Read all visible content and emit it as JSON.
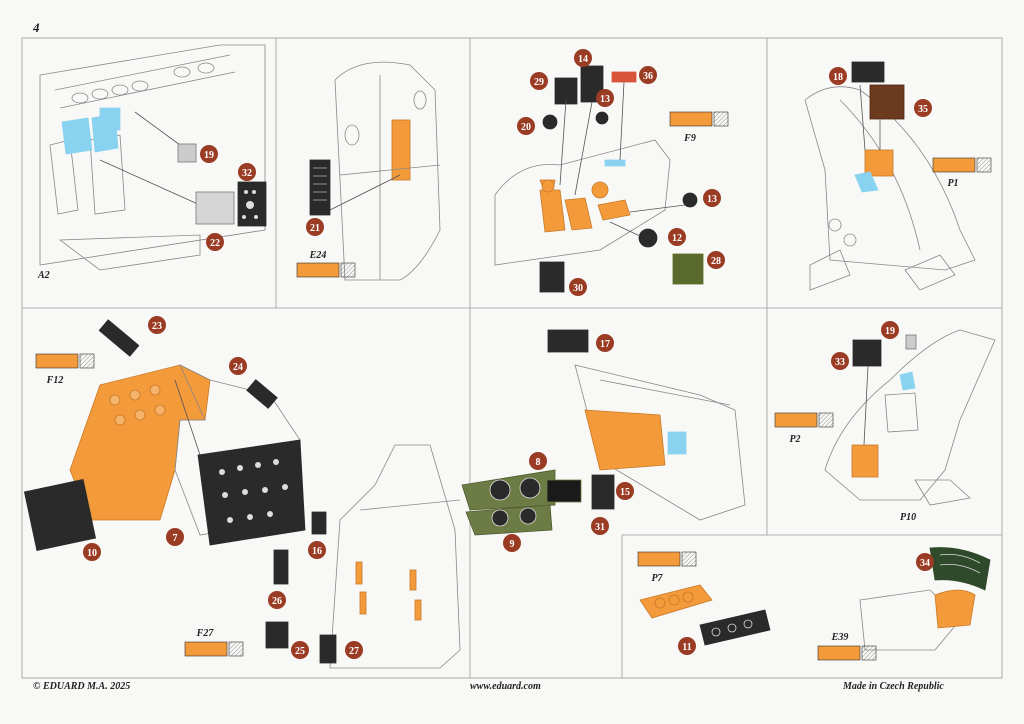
{
  "page_number": "4",
  "footer": {
    "copyright": "© EDUARD  M.A. 2025",
    "website": "www.eduard.com",
    "made_in": "Made in Czech Republic"
  },
  "colors": {
    "paint_orange": "#f39a3a",
    "callout_red": "#9a3b24",
    "glass_blue": "#8ad3f0",
    "panel_green": "#6d7b44",
    "panel_dark": "#2a2a2a",
    "frame_line": "#9a9a9a"
  },
  "callouts": [
    {
      "id": "c19a",
      "label": "19"
    },
    {
      "id": "c32",
      "label": "32"
    },
    {
      "id": "c22",
      "label": "22"
    },
    {
      "id": "c21",
      "label": "21"
    },
    {
      "id": "c29",
      "label": "29"
    },
    {
      "id": "c14",
      "label": "14"
    },
    {
      "id": "c36",
      "label": "36"
    },
    {
      "id": "c13a",
      "label": "13"
    },
    {
      "id": "c20",
      "label": "20"
    },
    {
      "id": "c13b",
      "label": "13"
    },
    {
      "id": "c12",
      "label": "12"
    },
    {
      "id": "c28",
      "label": "28"
    },
    {
      "id": "c30",
      "label": "30"
    },
    {
      "id": "c18",
      "label": "18"
    },
    {
      "id": "c35",
      "label": "35"
    },
    {
      "id": "c23",
      "label": "23"
    },
    {
      "id": "c24",
      "label": "24"
    },
    {
      "id": "c10",
      "label": "10"
    },
    {
      "id": "c7",
      "label": "7"
    },
    {
      "id": "c16",
      "label": "16"
    },
    {
      "id": "c26",
      "label": "26"
    },
    {
      "id": "c25",
      "label": "25"
    },
    {
      "id": "c27",
      "label": "27"
    },
    {
      "id": "c17",
      "label": "17"
    },
    {
      "id": "c8",
      "label": "8"
    },
    {
      "id": "c15",
      "label": "15"
    },
    {
      "id": "c9",
      "label": "9"
    },
    {
      "id": "c31",
      "label": "31"
    },
    {
      "id": "c33",
      "label": "33"
    },
    {
      "id": "c19b",
      "label": "19"
    },
    {
      "id": "c34",
      "label": "34"
    },
    {
      "id": "c11",
      "label": "11"
    }
  ],
  "paint_chips": [
    {
      "id": "f9",
      "label": "F9"
    },
    {
      "id": "e24",
      "label": "E24"
    },
    {
      "id": "p1",
      "label": "P1"
    },
    {
      "id": "f12",
      "label": "F12"
    },
    {
      "id": "f27",
      "label": "F27"
    },
    {
      "id": "p2",
      "label": "P2"
    },
    {
      "id": "p7",
      "label": "P7"
    },
    {
      "id": "e39",
      "label": "E39"
    }
  ],
  "view_labels": [
    {
      "id": "a2",
      "label": "A2"
    },
    {
      "id": "p10",
      "label": "P10"
    }
  ]
}
